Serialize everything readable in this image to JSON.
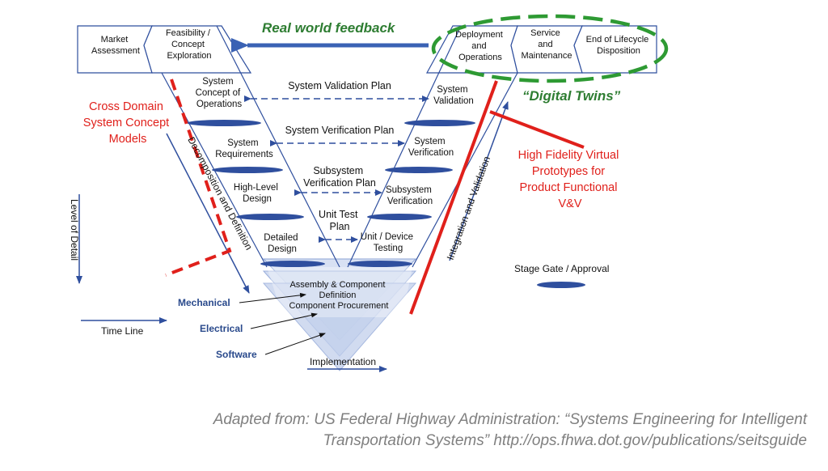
{
  "stages_left": {
    "market": [
      "Market",
      "Assessment"
    ],
    "feasibility": [
      "Feasibility /",
      "Concept",
      "Exploration"
    ],
    "concept_ops": [
      "System",
      "Concept of",
      "Operations"
    ],
    "requirements": [
      "System",
      "Requirements"
    ],
    "high_level": [
      "High-Level",
      "Design"
    ],
    "detailed": [
      "Detailed",
      "Design"
    ]
  },
  "stages_right": {
    "deployment": [
      "Deployment",
      "and",
      "Operations"
    ],
    "service": [
      "Service",
      "and",
      "Maintenance"
    ],
    "end_of_life": [
      "End of Lifecycle",
      "Disposition"
    ],
    "validation": [
      "System",
      "Validation"
    ],
    "verification": [
      "System",
      "Verification"
    ],
    "subsystem_verification": [
      "Subsystem",
      "Verification"
    ],
    "unit_testing": [
      "Unit / Device",
      "Testing"
    ]
  },
  "bottom": {
    "assembly": [
      "Assembly & Component",
      "Definition",
      "Component Procurement"
    ],
    "implementation": "Implementation"
  },
  "plans": {
    "validation_plan": "System Validation Plan",
    "verification_plan": "System Verification Plan",
    "subsystem_plan": [
      "Subsystem",
      "Verification Plan"
    ],
    "unit_plan": [
      "Unit Test",
      "Plan"
    ]
  },
  "axes": {
    "decomposition": "Decomposition and Definition",
    "integration": "Integration and Validation",
    "level_of_detail": "Level of Detail",
    "time_line": "Time Line"
  },
  "disciplines": {
    "mechanical": "Mechanical",
    "electrical": "Electrical",
    "software": "Software"
  },
  "legend": {
    "stage_gate": "Stage Gate / Approval"
  },
  "annotations": {
    "feedback": "Real world feedback",
    "digital_twins": "“Digital Twins”",
    "cross_domain": [
      "Cross Domain",
      "System Concept",
      "Models"
    ],
    "high_fidelity": [
      "High Fidelity Virtual",
      "Prototypes for",
      "Product Functional",
      "V&V"
    ]
  },
  "citation": [
    "Adapted from: US Federal Highway Administration: “Systems Engineering for Intelligent",
    "Transportation Systems” http://ops.fhwa.dot.gov/publications/seitsguide"
  ],
  "colors": {
    "blue_arrow": "#3a62b4",
    "ellipse_blue": "#2f4f9e",
    "green": "#2e9a33",
    "red": "#e0201b",
    "funnel": "#c9d5ee"
  }
}
